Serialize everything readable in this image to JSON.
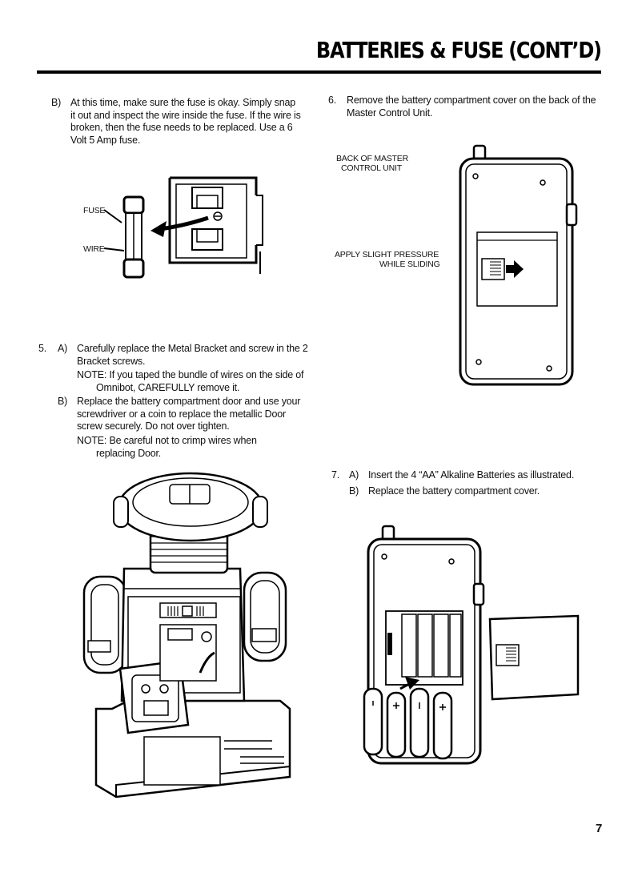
{
  "page": {
    "title": "BATTERIES & FUSE (CONT’D)",
    "page_number": "7"
  },
  "left": {
    "stepB": {
      "marker": "B)",
      "text": "At this time, make sure the fuse is okay. Simply snap it out and inspect the wire inside the fuse. If the wire is broken, then the fuse needs to be replaced. Use a 6 Volt 5 Amp fuse."
    },
    "fuse_labels": {
      "fuse": "FUSE",
      "wire": "WIRE"
    },
    "step5": {
      "number": "5.",
      "a_marker": "A)",
      "a_text": "Carefully replace the Metal Bracket and screw in the 2 Bracket screws.",
      "a_note": "NOTE: If you taped the bundle of wires on the side of Omnibot, CAREFULLY remove it.",
      "b_marker": "B)",
      "b_text": "Replace the battery compartment door and use your screwdriver or a coin to replace the metallic Door screw securely. Do not over tighten.",
      "b_note": "NOTE: Be careful not to crimp wires when replacing Door."
    }
  },
  "right": {
    "step6": {
      "number": "6.",
      "text": "Remove the battery compartment cover on the back of the Master Control Unit."
    },
    "unit_labels": {
      "back_line1": "BACK OF MASTER",
      "back_line2": "CONTROL UNIT",
      "pressure_line1": "APPLY SLIGHT PRESSURE",
      "pressure_line2": "WHILE SLIDING"
    },
    "step7": {
      "number": "7.",
      "a_marker": "A)",
      "a_text": "Insert the 4 “AA” Alkaline Batteries as illustrated.",
      "b_marker": "B)",
      "b_text": "Replace the battery compartment cover."
    }
  }
}
